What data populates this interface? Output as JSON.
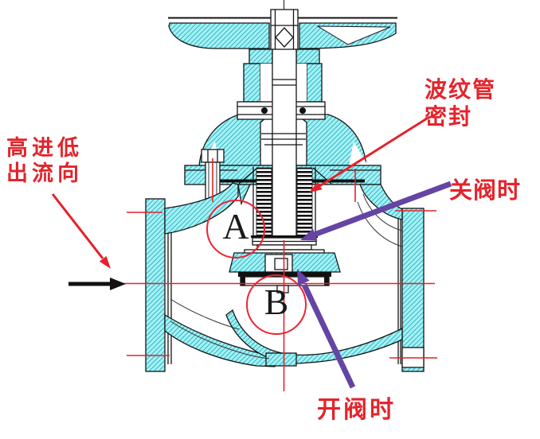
{
  "annotations": {
    "flow_note": {
      "line1": "高进低",
      "line2": "出流向"
    },
    "bellows_seal": {
      "line1": "波纹管",
      "line2": "密封"
    },
    "valve_closed_label": "关阀时",
    "valve_open_label": "开阀时"
  },
  "markers": {
    "region_a": "A",
    "region_b": "B"
  },
  "colors": {
    "annotation_red": "#e3242c",
    "centerline_red": "#e42229",
    "arrow_purple": "#6544a4",
    "body_fill_cyan": "#a7f1f3",
    "hatch_teal": "#2db7cb",
    "outline_black": "#151515",
    "flow_arrow_black": "#111111"
  }
}
